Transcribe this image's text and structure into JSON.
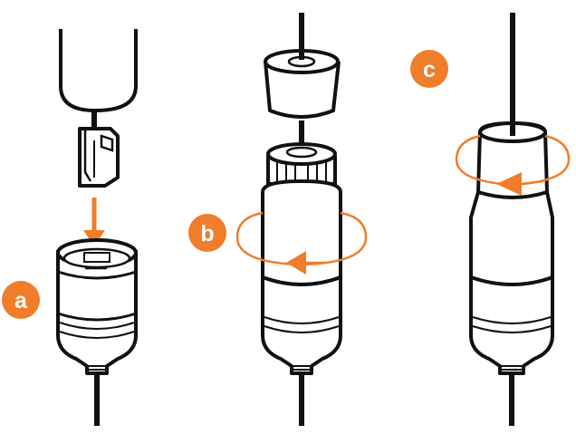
{
  "colors": {
    "accent": "#F07D2A",
    "outline": "#111111",
    "fill": "#ffffff",
    "badge_text": "#ffffff"
  },
  "steps": [
    {
      "label": "a",
      "action": "insert-plug",
      "icon": "down-arrow-icon"
    },
    {
      "label": "b",
      "action": "rotate-to-tighten",
      "icon": "rotate-arrow-icon"
    },
    {
      "label": "c",
      "action": "rotate-to-tighten",
      "icon": "rotate-arrow-icon"
    }
  ]
}
